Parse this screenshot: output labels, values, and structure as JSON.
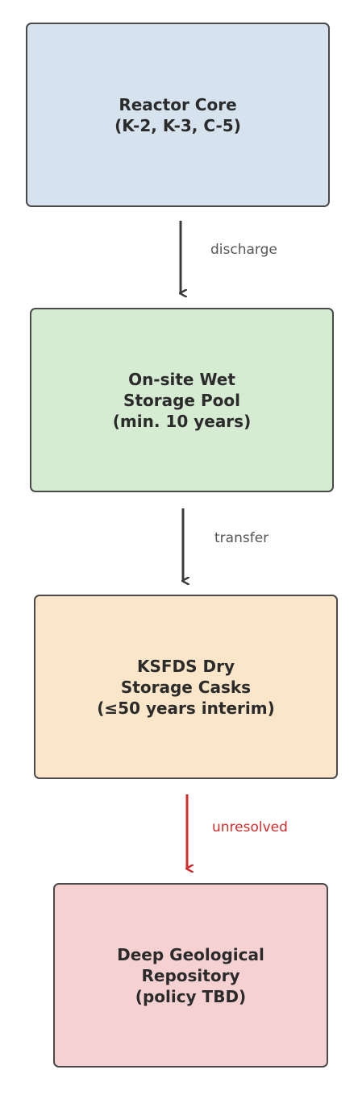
{
  "diagram": {
    "nodes": [
      {
        "id": "reactor-core",
        "label": "Reactor Core\n(K-2, K-3, C-5)",
        "fill": "#d6e3ef"
      },
      {
        "id": "wet-storage-pool",
        "label": "On-site Wet\nStorage Pool\n(min. 10 years)",
        "fill": "#d5ecd3"
      },
      {
        "id": "dry-storage-casks",
        "label": "KSFDS Dry\nStorage Casks\n(≤50 years interim)",
        "fill": "#fbe6c9"
      },
      {
        "id": "geological-repository",
        "label": "Deep Geological\nRepository\n(policy TBD)",
        "fill": "#f5d1d2"
      }
    ],
    "edges": [
      {
        "from": "reactor-core",
        "to": "wet-storage-pool",
        "label": "discharge",
        "color": "#3c3c3c"
      },
      {
        "from": "wet-storage-pool",
        "to": "dry-storage-casks",
        "label": "transfer",
        "color": "#3c3c3c"
      },
      {
        "from": "dry-storage-casks",
        "to": "geological-repository",
        "label": "unresolved",
        "color": "#d42b2b"
      }
    ]
  }
}
